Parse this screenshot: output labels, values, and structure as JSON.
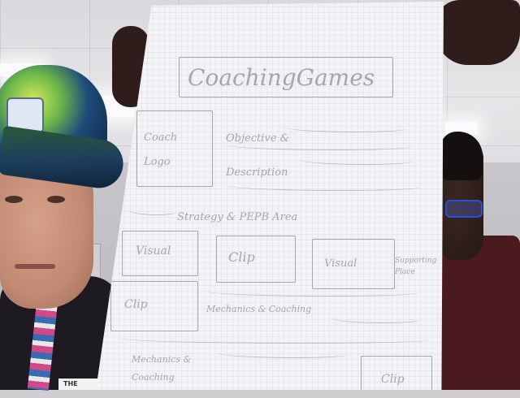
{
  "sketch": {
    "title_box": "CoachingGames",
    "logo_box": "Coach Logo",
    "about": "Objective & Description",
    "section_heading": "Strategy & PEPB Area",
    "tiles": [
      "Visual",
      "Clip",
      "Visual"
    ],
    "tile_side_note": "Supporting Place",
    "clip_row": "Clip",
    "clip_row_text": "Mechanics & Coaching",
    "bottom_text": "Mechanics & Coaching",
    "bottom_box": "Clip"
  },
  "badge_text": "THE"
}
